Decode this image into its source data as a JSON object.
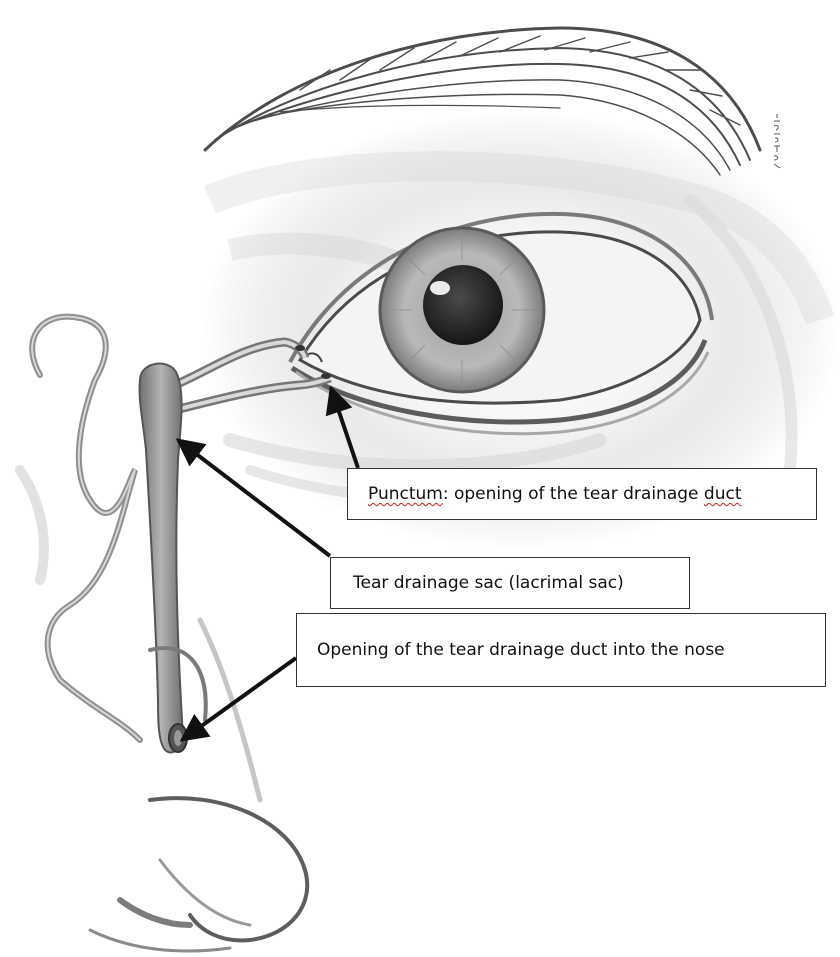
{
  "callouts": {
    "punctum": {
      "term": "Punctum",
      "rest_before_duct": ": opening of the tear drainage ",
      "duct": "duct"
    },
    "sac": {
      "label": "Tear drainage sac (lacrimal sac)"
    },
    "opening": {
      "label": "Opening of the tear drainage duct into the nose"
    }
  },
  "artist_signature": "B. DRAWING",
  "colors": {
    "pencil_dark": "#3a3a3a",
    "pencil_mid": "#8a8a8a",
    "pencil_light": "#c9c9c9",
    "duct_fill": "#9a9a9a",
    "arrow": "#111111",
    "spellcheck_underline": "#d02020"
  }
}
